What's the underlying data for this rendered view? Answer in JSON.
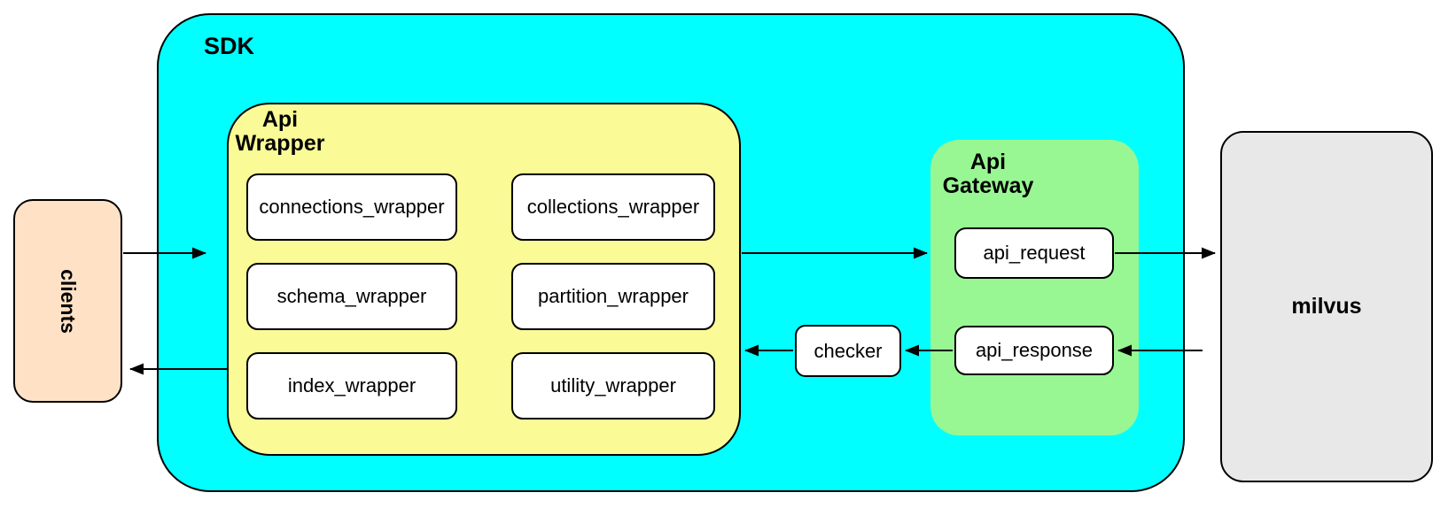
{
  "nodes": {
    "clients": "clients",
    "sdk": "SDK",
    "api_wrapper": "Api\nWrapper",
    "wrapper_boxes": [
      "connections_wrapper",
      "collections_wrapper",
      "schema_wrapper",
      "partition_wrapper",
      "index_wrapper",
      "utility_wrapper"
    ],
    "checker": "checker",
    "api_gateway": "Api\nGateway",
    "api_request": "api_request",
    "api_response": "api_response",
    "milvus": "milvus"
  },
  "colors": {
    "sdk_fill": "#00FFFF",
    "api_wrapper_fill": "#FAFA96",
    "api_gateway_fill": "#98F793",
    "clients_fill": "#FFE2C6",
    "milvus_fill": "#E8E8E8",
    "node_fill": "#FFFFFF",
    "line": "#000000"
  },
  "edges": [
    {
      "from": "clients",
      "to": "SDK"
    },
    {
      "from": "Api Wrapper",
      "to": "Api Gateway"
    },
    {
      "from": "api_request",
      "to": "milvus"
    },
    {
      "from": "milvus",
      "to": "api_response"
    },
    {
      "from": "api_response",
      "to": "checker"
    },
    {
      "from": "checker",
      "to": "Api Wrapper"
    },
    {
      "from": "SDK",
      "to": "clients"
    }
  ]
}
